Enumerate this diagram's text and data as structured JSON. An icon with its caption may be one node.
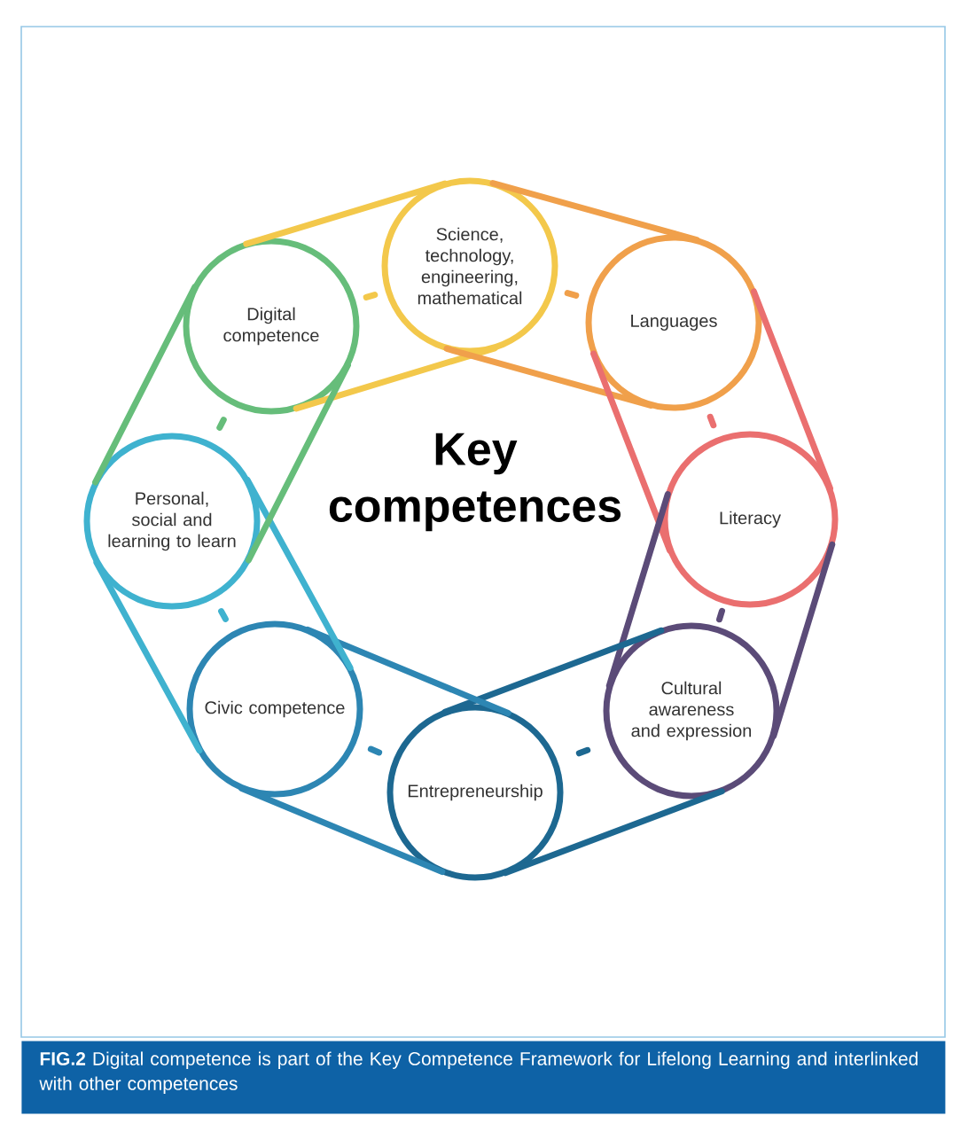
{
  "diagram": {
    "caption": "**FIG.2** Digital competence is part of the Key Competence Framework for Lifelong Learning and interlinked with other competences",
    "nodes": [
      {
        "text": [
          "Science, technology, engineering, mathematical"
        ]
      },
      {
        "text": [
          "Digital competence"
        ]
      },
      {
        "text": [
          "Languages"
        ]
      },
      {
        "text": [
          "Personal, social and learning to learn"
        ]
      },
      {
        "text": [
          "Literacy"
        ]
      },
      {
        "text": [
          "Civic competence"
        ]
      },
      {
        "text": [
          "Cultural awareness and expression"
        ]
      },
      {
        "text": [
          "Entrepreneurship"
        ]
      }
    ],
    "edges": [
      {
        "from": 1,
        "to": 0,
        "arrow": "none",
        "color": "#f3c84b"
      },
      {
        "from": 1,
        "to": 0,
        "arrow": "none",
        "color": "#f3c84b"
      },
      {
        "from": 0,
        "to": 2,
        "arrow": "none",
        "color": "#f0a04b"
      },
      {
        "from": 0,
        "to": 2,
        "arrow": "none",
        "color": "#f0a04b"
      },
      {
        "from": 2,
        "to": 4,
        "arrow": "none",
        "color": "#ea6f6f"
      },
      {
        "from": 2,
        "to": 4,
        "arrow": "none",
        "color": "#ea6f6f"
      },
      {
        "from": 4,
        "to": 6,
        "arrow": "none",
        "color": "#5b4b78"
      },
      {
        "from": 4,
        "to": 6,
        "arrow": "none",
        "color": "#5b4b78"
      },
      {
        "from": 6,
        "to": 7,
        "arrow": "none",
        "color": "#1d6891"
      },
      {
        "from": 6,
        "to": 7,
        "arrow": "none",
        "color": "#1d6891"
      },
      {
        "from": 7,
        "to": 5,
        "arrow": "none",
        "color": "#2d86b3"
      },
      {
        "from": 7,
        "to": 5,
        "arrow": "none",
        "color": "#2d86b3"
      },
      {
        "from": 5,
        "to": 3,
        "arrow": "none",
        "color": "#3fb2cf"
      },
      {
        "from": 5,
        "to": 3,
        "arrow": "none",
        "color": "#3fb2cf"
      },
      {
        "from": 3,
        "to": 1,
        "arrow": "none",
        "color": "#66bd7a"
      },
      {
        "from": 3,
        "to": 1,
        "arrow": "none",
        "color": "#66bd7a"
      }
    ],
    "labels": [
      "Key competences"
    ]
  }
}
